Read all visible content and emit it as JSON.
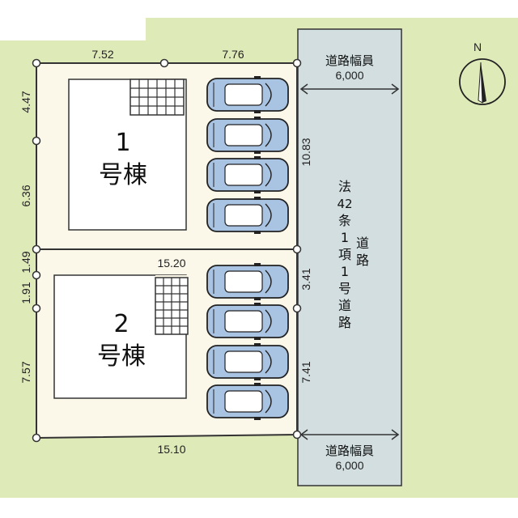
{
  "lots": [
    {
      "number": "1",
      "label": "号棟"
    },
    {
      "number": "2",
      "label": "号棟"
    }
  ],
  "dimensions": {
    "top_left": "7.52",
    "top_right": "7.76",
    "left_upper": "4.47",
    "left_mid": "6.36",
    "left_a": "1.49",
    "left_b": "1.91",
    "left_lower": "7.57",
    "divider": "15.20",
    "bottom": "15.10",
    "right_upper": "10.83",
    "right_mid": "3.41",
    "right_lower": "7.41"
  },
  "road_width": {
    "label": "道路幅員",
    "value": "6,000"
  },
  "road_designation": {
    "col1": [
      "法",
      "42",
      "条",
      "1",
      "項",
      "1",
      "号",
      "道",
      "路"
    ],
    "col2": [
      "道",
      "路"
    ]
  },
  "compass": {
    "label": "N"
  },
  "colors": {
    "grass": "#dfeab9",
    "lot": "#fbf8e9",
    "road": "#d2dee0",
    "car": "#a9c3e3"
  }
}
